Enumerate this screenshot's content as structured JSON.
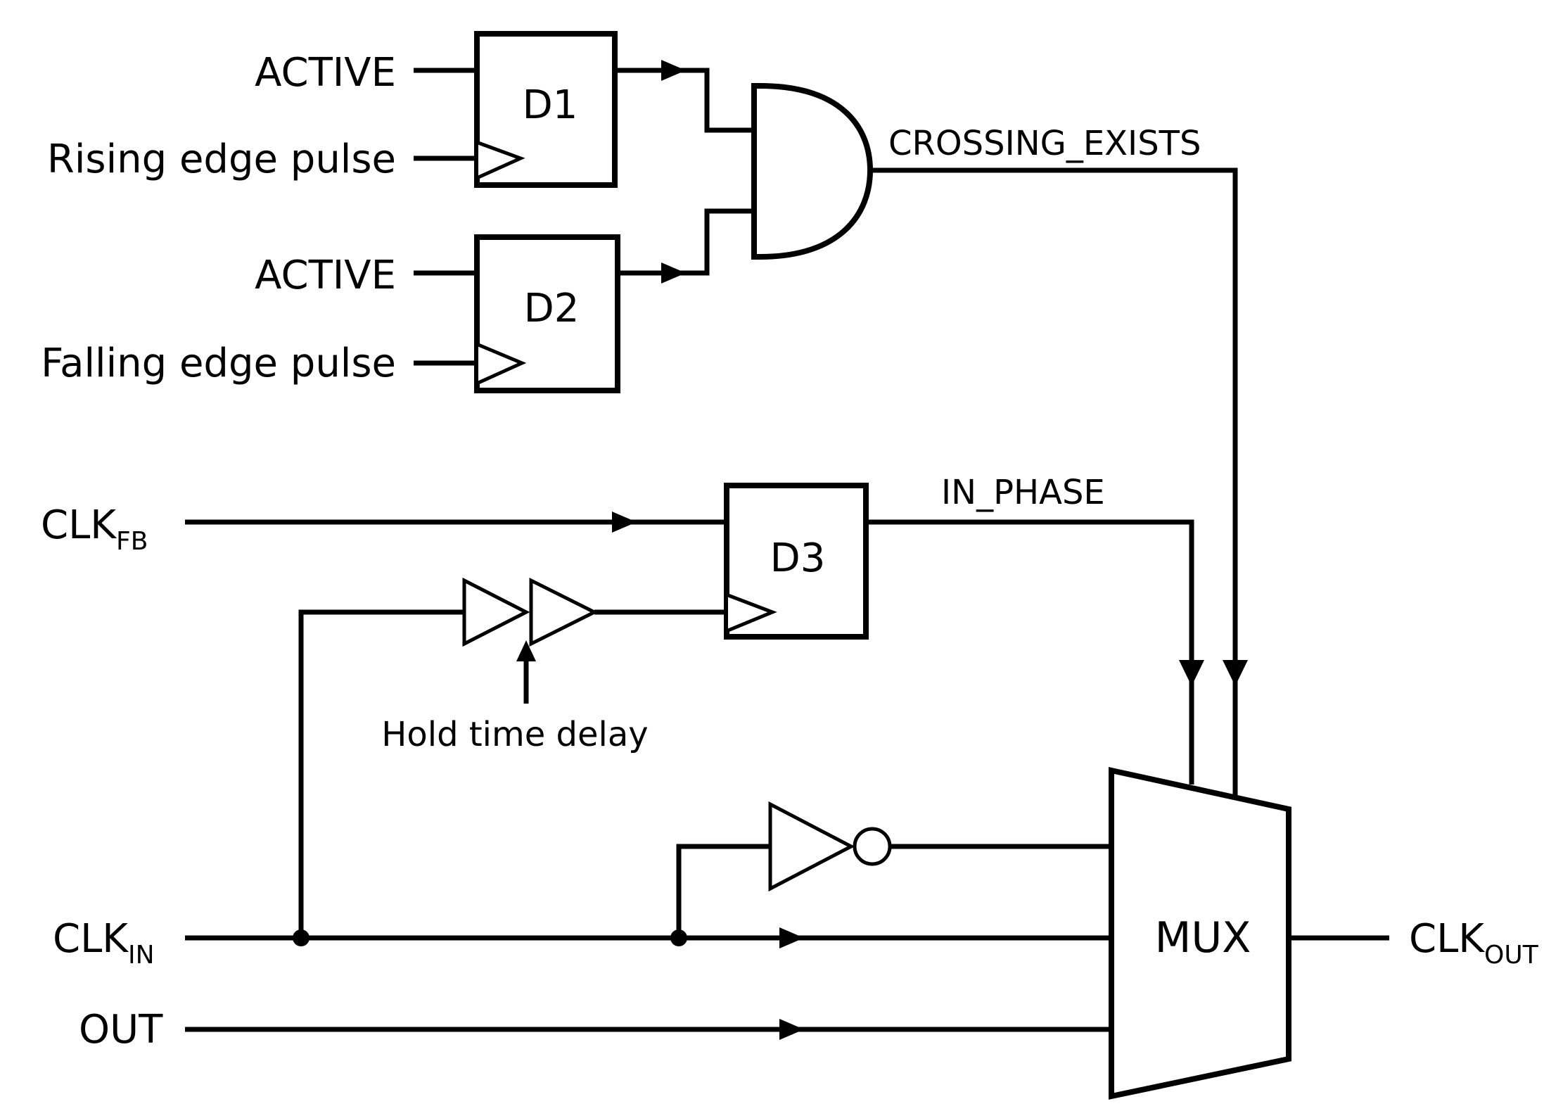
{
  "labels": {
    "active_1": "ACTIVE",
    "rising_edge_pulse": "Rising edge pulse",
    "active_2": "ACTIVE",
    "falling_edge_pulse": "Falling edge pulse",
    "clk_fb_main": "CLK",
    "clk_fb_sub": "FB",
    "clk_in_main": "CLK",
    "clk_in_sub": "IN",
    "out": "OUT",
    "clk_out_main": "CLK",
    "clk_out_sub": "OUT",
    "hold_time_delay": "Hold time delay"
  },
  "blocks": {
    "d1": "D1",
    "d2": "D2",
    "d3": "D3",
    "mux": "MUX"
  },
  "signals": {
    "crossing_exists": "CROSSING_EXISTS",
    "in_phase": "IN_PHASE"
  }
}
